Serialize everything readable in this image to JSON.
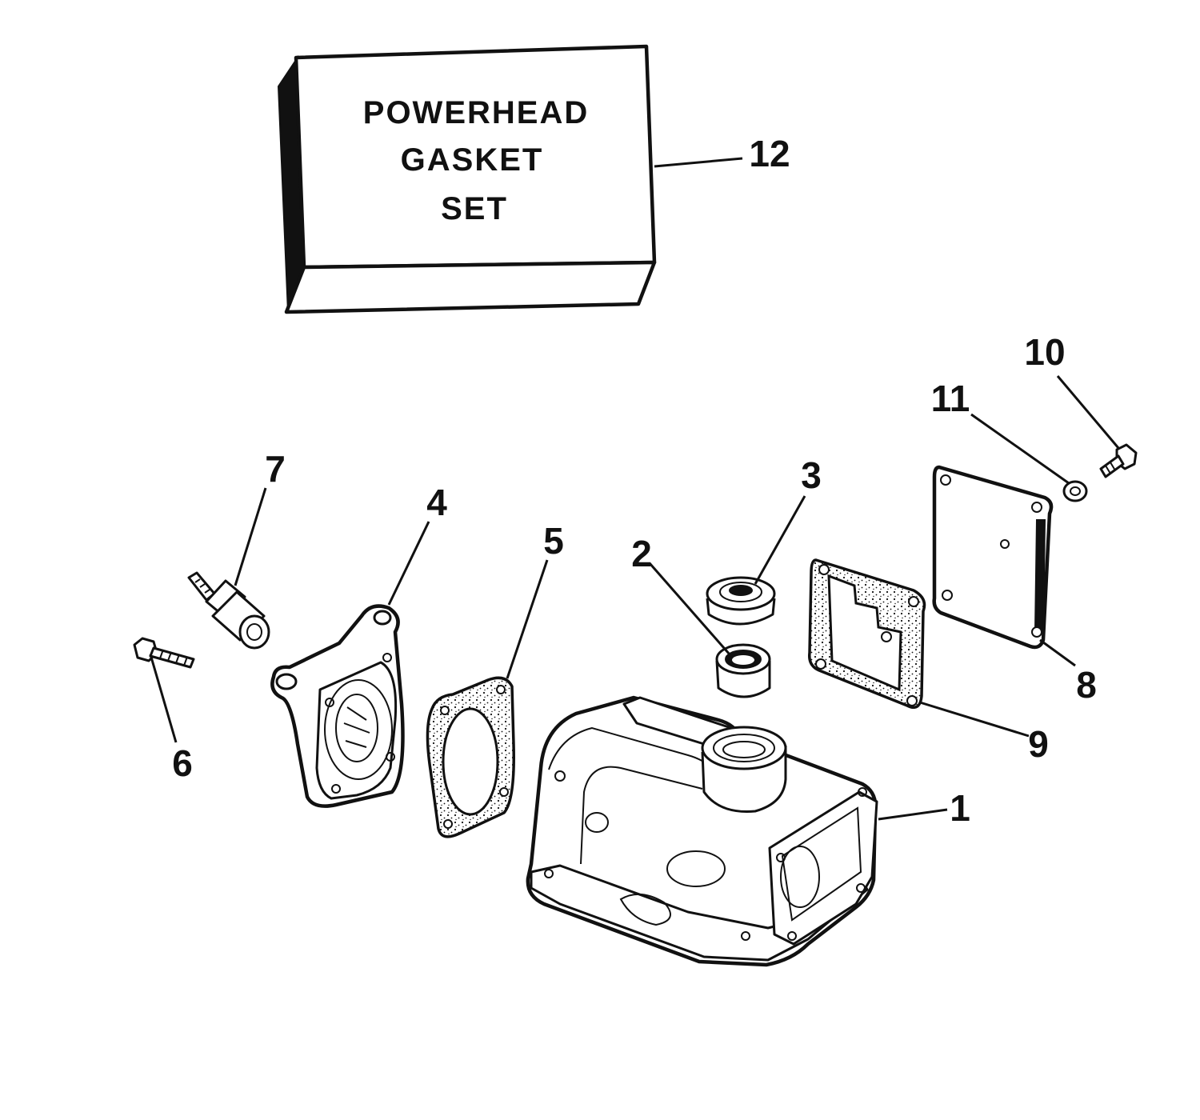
{
  "gasket_box": {
    "line1": "POWERHEAD",
    "line2": "GASKET",
    "line3": "SET"
  },
  "callouts": {
    "c1": "1",
    "c2": "2",
    "c3": "3",
    "c4": "4",
    "c5": "5",
    "c6": "6",
    "c7": "7",
    "c8": "8",
    "c9": "9",
    "c10": "10",
    "c11": "11",
    "c12": "12"
  }
}
